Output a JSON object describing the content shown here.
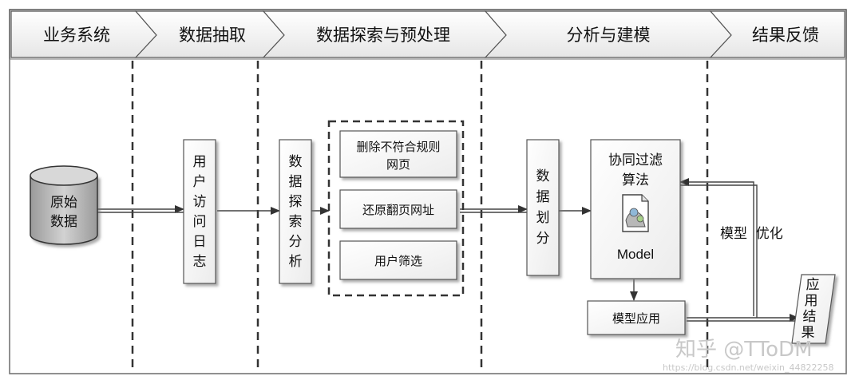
{
  "header": {
    "stages": [
      "业务系统",
      "数据抽取",
      "数据探索与预处理",
      "分析与建模",
      "结果反馈"
    ]
  },
  "nodes": {
    "raw_data": [
      "原始",
      "数据"
    ],
    "user_log": [
      "用",
      "户",
      "访",
      "问",
      "日",
      "志"
    ],
    "data_explore": [
      "数",
      "据",
      "探",
      "索",
      "分",
      "析"
    ],
    "preprocess": {
      "delete_pages": [
        "删除不符合规则",
        "网页"
      ],
      "restore_urls": "还原翻页网址",
      "user_filter": "用户筛选"
    },
    "data_split": [
      "数",
      "据",
      "划",
      "分"
    ],
    "cf_algorithm": {
      "title": [
        "协同过滤",
        "算法"
      ],
      "model_label": "Model"
    },
    "model_apply": "模型应用",
    "app_result": [
      "应",
      "用",
      "结",
      "果"
    ],
    "optimize_label": "模型  优化"
  },
  "watermark": {
    "main": "知乎 @TToDM",
    "sub": "https://blog.csdn.net/weixin_44822258"
  },
  "colors": {
    "header_bg": "#ececec",
    "box_bg": "#f3f3f3",
    "cylinder": "#bdbdbd",
    "line": "#444444"
  }
}
